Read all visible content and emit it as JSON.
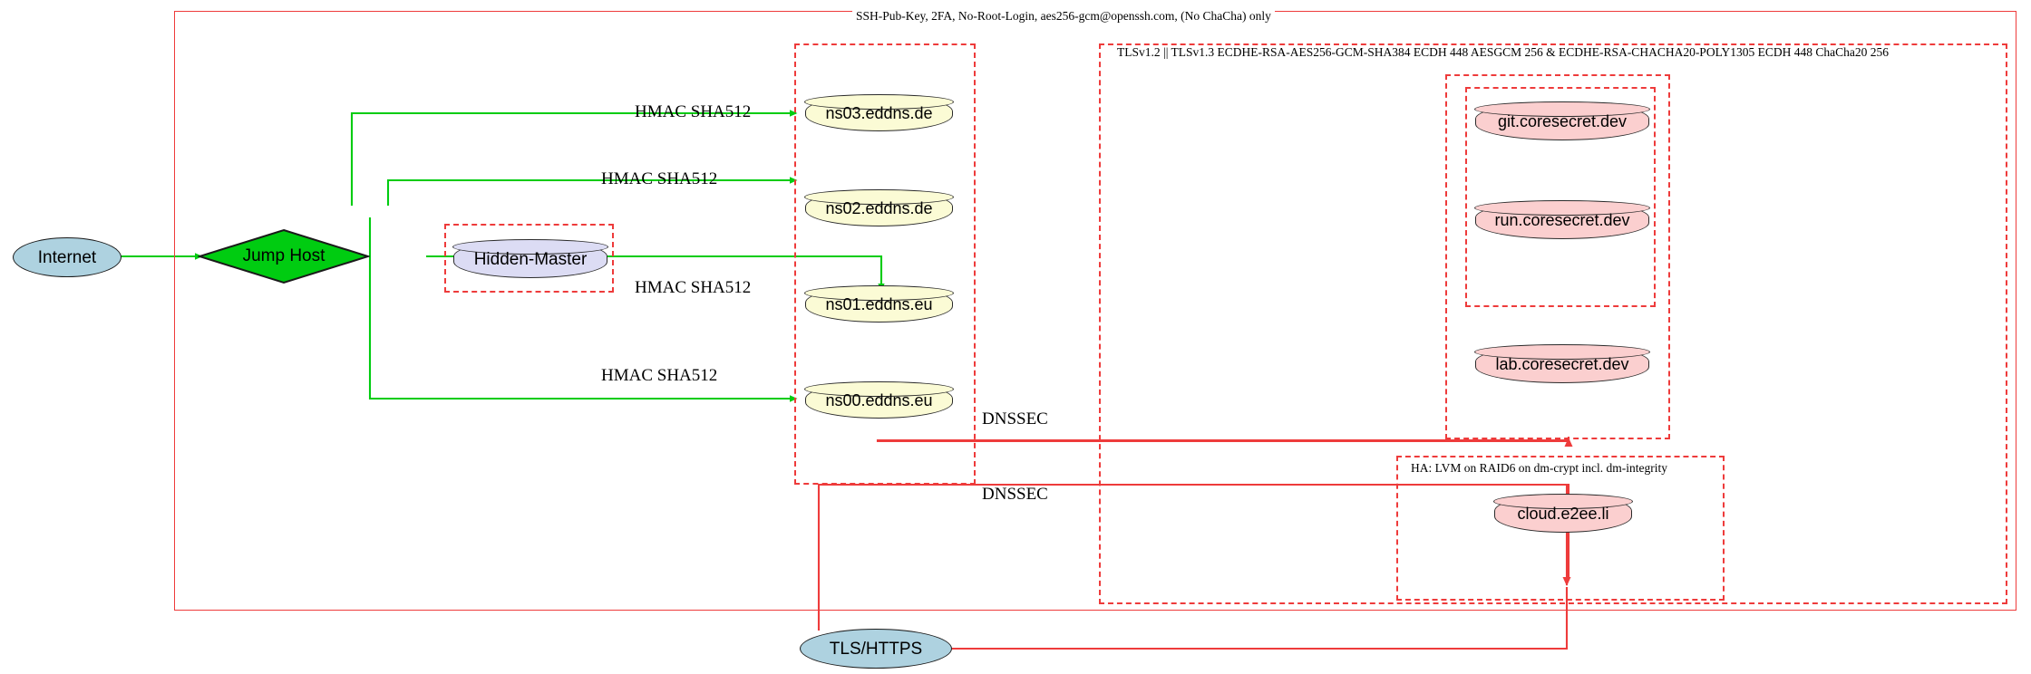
{
  "diagram": {
    "title_label": "SSH-Pub-Key, 2FA, No-Root-Login, aes256-gcm@openssh.com, (No ChaCha) only",
    "clusters": [
      {
        "key": "ssh_outer",
        "label": "SSH-Pub-Key, 2FA, No-Root-Login, aes256-gcm@openssh.com, (No ChaCha) only"
      },
      {
        "key": "tls_outer",
        "label": "TLSv1.2 || TLSv1.3 ECDHE-RSA-AES256-GCM-SHA384 ECDH 448 AESGCM 256 & ECDHE-RSA-CHACHA20-POLY1305 ECDH 448 ChaCha20 256"
      },
      {
        "key": "ha_cluster",
        "label": "HA: LVM on RAID6 on dm-crypt incl. dm-integrity"
      },
      {
        "key": "hidden_master_box",
        "label": ""
      },
      {
        "key": "dns_box",
        "label": ""
      },
      {
        "key": "coresecret_box",
        "label": ""
      },
      {
        "key": "gitrun_box",
        "label": ""
      }
    ],
    "nodes": {
      "internet": {
        "label": "Internet",
        "shape": "ellipse",
        "color": "#aed2e0"
      },
      "jump_host": {
        "label": "Jump Host",
        "shape": "diamond",
        "color": "#00cc11"
      },
      "hidden_master": {
        "label": "Hidden-Master",
        "shape": "cylinder",
        "color": "#dcdcf4"
      },
      "ns03": {
        "label": "ns03.eddns.de",
        "shape": "cylinder",
        "color": "#fbfbd5"
      },
      "ns02": {
        "label": "ns02.eddns.de",
        "shape": "cylinder",
        "color": "#fbfbd5"
      },
      "ns01": {
        "label": "ns01.eddns.eu",
        "shape": "cylinder",
        "color": "#fbfbd5"
      },
      "ns00": {
        "label": "ns00.eddns.eu",
        "shape": "cylinder",
        "color": "#fbfbd5"
      },
      "git": {
        "label": "git.coresecret.dev",
        "shape": "cylinder",
        "color": "#fbcfcf"
      },
      "run": {
        "label": "run.coresecret.dev",
        "shape": "cylinder",
        "color": "#fbcfcf"
      },
      "lab": {
        "label": "lab.coresecret.dev",
        "shape": "cylinder",
        "color": "#fbcfcf"
      },
      "cloud": {
        "label": "cloud.e2ee.li",
        "shape": "cylinder",
        "color": "#fbcfcf"
      },
      "tls_https": {
        "label": "TLS/HTTPS",
        "shape": "ellipse",
        "color": "#aed2e0"
      }
    },
    "edge_labels": {
      "hmac_ns03": "HMAC SHA512",
      "hmac_ns02": "HMAC SHA512",
      "hmac_ns01": "HMAC SHA512",
      "hmac_ns00": "HMAC SHA512",
      "dnssec_top": "DNSSEC",
      "dnssec_bottom": "DNSSEC"
    },
    "colors": {
      "edge_green": "#00cc11",
      "edge_red": "#ee3b3b",
      "cluster_border": "#ee3b3b",
      "node_outline": "#2b2b2b"
    }
  }
}
